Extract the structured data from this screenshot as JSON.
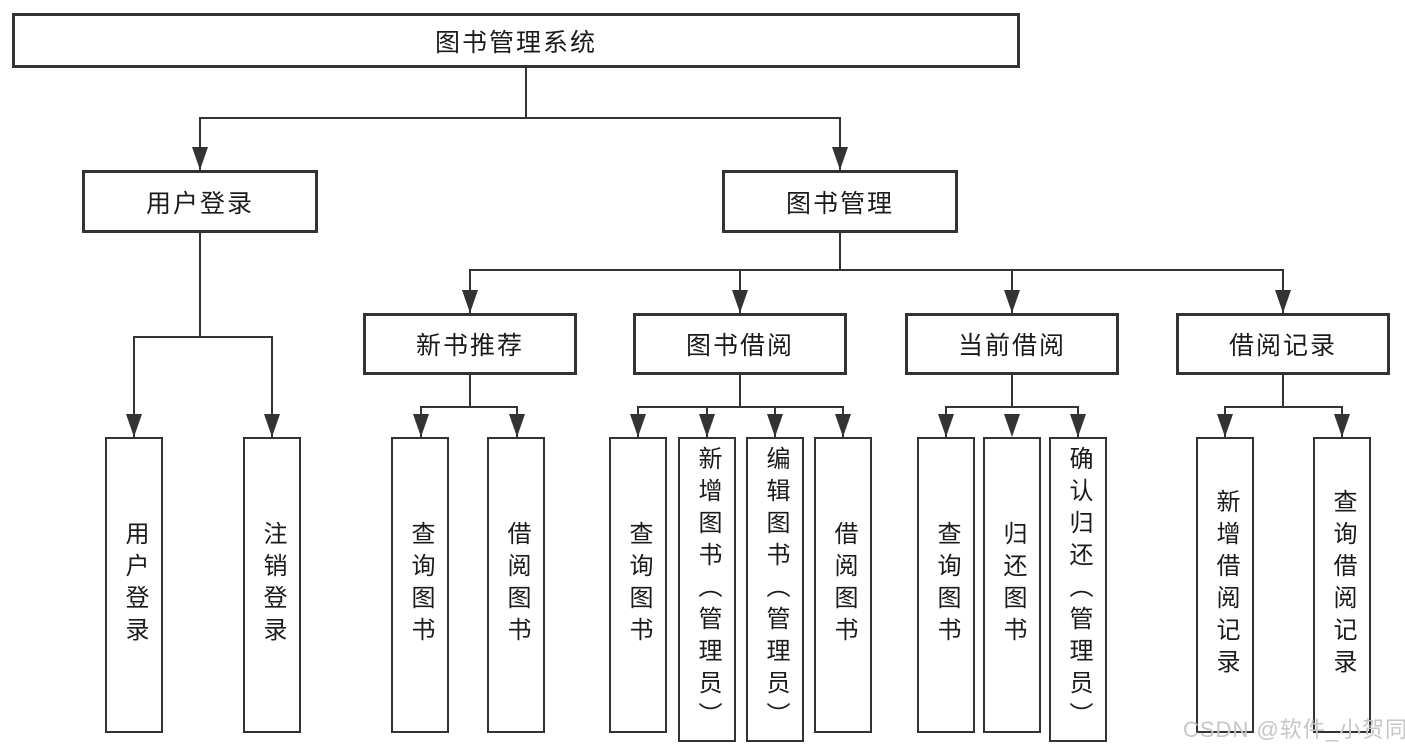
{
  "colors": {
    "line": "#333333",
    "text": "#1b1b1b",
    "background": "#ffffff",
    "watermark": "#c6c6c6"
  },
  "diagram": {
    "root": {
      "label": "图书管理系统"
    },
    "branches": [
      {
        "label": "用户登录",
        "children": [
          {
            "label": "用户登录"
          },
          {
            "label": "注销登录"
          }
        ]
      },
      {
        "label": "图书管理",
        "sections": [
          {
            "label": "新书推荐",
            "children": [
              {
                "label": "查询图书"
              },
              {
                "label": "借阅图书"
              }
            ]
          },
          {
            "label": "图书借阅",
            "children": [
              {
                "label": "查询图书"
              },
              {
                "label": "新增图书（管理员）"
              },
              {
                "label": "编辑图书（管理员）"
              },
              {
                "label": "借阅图书"
              }
            ]
          },
          {
            "label": "当前借阅",
            "children": [
              {
                "label": "查询图书"
              },
              {
                "label": "归还图书"
              },
              {
                "label": "确认归还（管理员）"
              }
            ]
          },
          {
            "label": "借阅记录",
            "children": [
              {
                "label": "新增借阅记录"
              },
              {
                "label": "查询借阅记录"
              }
            ]
          }
        ]
      }
    ]
  },
  "watermark": {
    "text": "CSDN @软件_小贺同学"
  }
}
